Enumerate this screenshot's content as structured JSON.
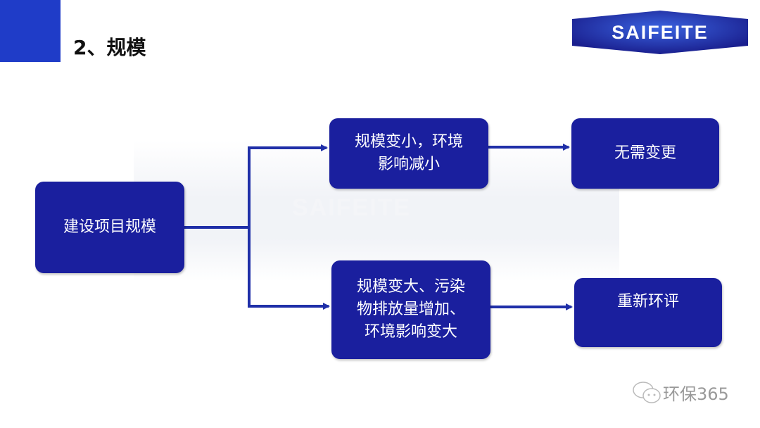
{
  "header": {
    "title": "2、规模",
    "logo": "SAIFEITE"
  },
  "watermark": {
    "text": "SAIFEITE"
  },
  "diagram": {
    "root": "建设项目规模",
    "branch_small": "规模变小，环境\n影响减小",
    "result_small": "无需变更",
    "branch_large": "规模变大、污染\n物排放量增加、\n环境影响变大",
    "result_large": "重新环评"
  },
  "footer": {
    "source": "环保365",
    "icon": "wechat-icon"
  },
  "colors": {
    "box": "#1a1f9e",
    "line": "#1f2fa8",
    "accent": "#1f3cc8"
  }
}
